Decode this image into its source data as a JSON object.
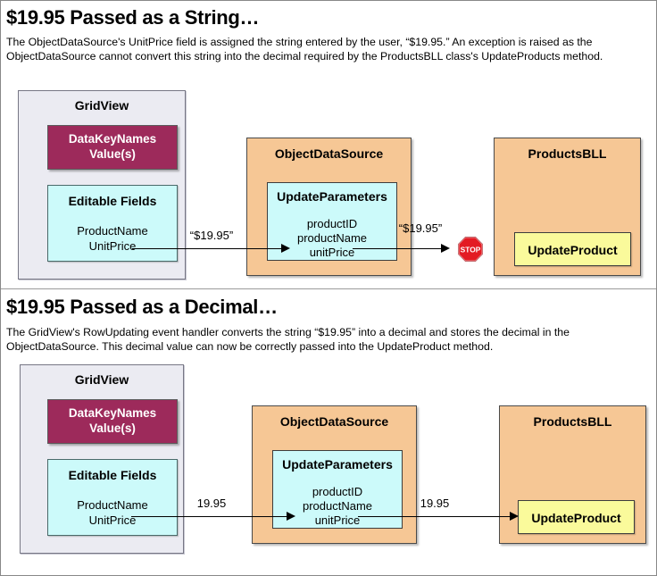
{
  "sections": [
    {
      "id": "string-case",
      "title": "$19.95 Passed as a String…",
      "description": "The ObjectDataSource's UnitPrice field is assigned the string entered by the user, “$19.95.” An exception is raised as the ObjectDataSource cannot convert this string into the decimal required by the ProductsBLL class's UpdateProducts method.",
      "gridview": {
        "title": "GridView",
        "datakeynames": "DataKeyNames\nValue(s)",
        "datakeynames_line1": "DataKeyNames",
        "datakeynames_line2": "Value(s)",
        "editable_title": "Editable Fields",
        "editable_fields": [
          "ProductName",
          "UnitPrice"
        ]
      },
      "objectdatasource": {
        "title": "ObjectDataSource",
        "params_title": "UpdateParameters",
        "params": [
          "productID",
          "productName",
          "unitPrice"
        ]
      },
      "productsbll": {
        "title": "ProductsBLL",
        "method": "UpdateProduct"
      },
      "arrow1_label": "“$19.95”",
      "arrow2_label": "“$19.95”",
      "blocked": true,
      "stop_label": "STOP"
    },
    {
      "id": "decimal-case",
      "title": "$19.95 Passed as a Decimal…",
      "description": "The GridView's RowUpdating event handler converts the string “$19.95” into a decimal and stores the decimal in the ObjectDataSource. This decimal value can now be correctly passed into the UpdateProduct method.",
      "gridview": {
        "title": "GridView",
        "datakeynames_line1": "DataKeyNames",
        "datakeynames_line2": "Value(s)",
        "editable_title": "Editable Fields",
        "editable_fields": [
          "ProductName",
          "UnitPrice"
        ]
      },
      "objectdatasource": {
        "title": "ObjectDataSource",
        "params_title": "UpdateParameters",
        "params": [
          "productID",
          "productName",
          "unitPrice"
        ]
      },
      "productsbll": {
        "title": "ProductsBLL",
        "method": "UpdateProduct"
      },
      "arrow1_label": "19.95",
      "arrow2_label": "19.95",
      "blocked": false
    }
  ],
  "colors": {
    "gridview_bg": "#ebebf2",
    "datakeynames_bg": "#9d2a5b",
    "cyan_bg": "#ccfafa",
    "peach_bg": "#f6c795",
    "yellow_bg": "#fafa9b",
    "stop_red": "#e31b23",
    "page_bg": "#ffffff",
    "line": "#000000"
  }
}
